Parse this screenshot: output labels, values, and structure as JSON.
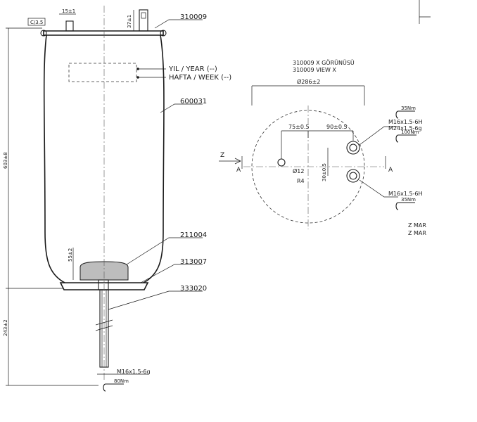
{
  "side_view": {
    "parts": {
      "top_plate": "310009",
      "bellow": "600031",
      "bumper": "211004",
      "piston": "313007",
      "stud": "333020"
    },
    "dims": {
      "total_height": "603±8",
      "lower_length": "243±2",
      "bumper_height": "55±2",
      "top_offset": "15±1",
      "top_height": "37±1",
      "edge_label": "C/3.5"
    },
    "labels": {
      "year": "YIL / YEAR (--)",
      "week": "HAFTA / WEEK (--)"
    },
    "thread": "M16x1.5-6g",
    "torque": "80Nm"
  },
  "view_x": {
    "title_tr": "310009 X GÖRÜNÜSÜ",
    "title_en": "310009 VIEW X",
    "diameter": "Ø286±2",
    "dim_left": "75±0.5",
    "dim_right": "90±0.5",
    "dim_vertical": "30±0.5",
    "hole_dia": "Ø12",
    "radius": "R4",
    "thread_top": "M16x1.5-6H",
    "thread_top2": "M24x1.5-6g",
    "thread_bottom": "M16x1.5-6H",
    "torque_top": "35Nm",
    "torque_mid": "100Nm",
    "torque_bottom": "35Nm",
    "z_label": "Z",
    "section_a_left": "A",
    "section_a_right": "A",
    "z_mark_1": "Z MAR",
    "z_mark_2": "Z MAR"
  }
}
